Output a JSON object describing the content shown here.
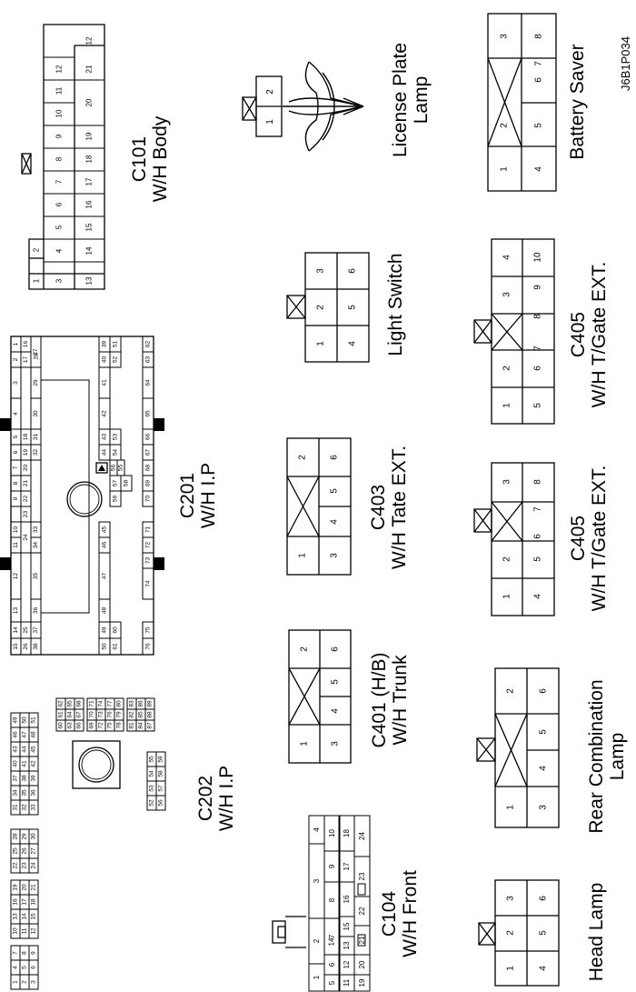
{
  "figure_code": "J6B1P034",
  "connectors": {
    "c101": {
      "labels": [
        "C101",
        "W/H Body"
      ],
      "top_row": [
        "1",
        "3",
        "4",
        "5",
        "6",
        "7",
        "8",
        "9",
        "10",
        "11",
        "12"
      ],
      "row2": [
        "13",
        "14",
        "15",
        "16",
        "17",
        "18",
        "19",
        "20",
        "21"
      ],
      "extra": [
        "2"
      ]
    },
    "license_plate_lamp": {
      "labels": [
        "License Plate",
        "Lamp"
      ],
      "pins": [
        "1",
        "2"
      ]
    },
    "battery_saver": {
      "labels": [
        "Battery Saver"
      ],
      "pins": [
        "1",
        "2",
        "3",
        "4",
        "5",
        "6",
        "7",
        "8"
      ]
    },
    "light_switch": {
      "labels": [
        "Light Switch"
      ],
      "pins": [
        "1",
        "2",
        "3",
        "4",
        "5",
        "6"
      ]
    },
    "c405_a": {
      "labels": [
        "C405",
        "W/H T/Gate EXT."
      ],
      "pins": [
        "1",
        "2",
        "3",
        "4",
        "5",
        "6",
        "7",
        "8",
        "9",
        "10"
      ]
    },
    "c405_b": {
      "labels": [
        "C405",
        "W/H T/Gate EXT."
      ],
      "pins": [
        "1",
        "2",
        "3",
        "4",
        "5",
        "6",
        "7",
        "8"
      ]
    },
    "c403": {
      "labels": [
        "C403",
        "W/H Tate EXT."
      ],
      "pins": [
        "1",
        "2",
        "3",
        "4",
        "5",
        "6"
      ]
    },
    "c201": {
      "labels": [
        "C201",
        "W/H I.P"
      ],
      "pins": [
        "1",
        "2",
        "3",
        "4",
        "5",
        "6",
        "7",
        "8",
        "9",
        "10",
        "11",
        "12",
        "13",
        "14",
        "15",
        "16",
        "17",
        "18",
        "19",
        "20",
        "21",
        "22",
        "23",
        "24",
        "25",
        "26",
        "27",
        "28",
        "29",
        "30",
        "31",
        "32",
        "33",
        "34",
        "35",
        "36",
        "37",
        "38",
        "39",
        "40",
        "41",
        "42",
        "43",
        "44",
        "45",
        "46",
        "47",
        "48",
        "49",
        "50",
        "51",
        "52",
        "53",
        "54",
        "55",
        "56",
        "57",
        "58",
        "59",
        "60",
        "61",
        "62",
        "63",
        "64",
        "65",
        "66",
        "67",
        "68",
        "69",
        "70",
        "71",
        "72",
        "73",
        "74",
        "75",
        "76"
      ]
    },
    "c401": {
      "labels": [
        "C401 (H/B)",
        "W/H Trunk"
      ],
      "pins": [
        "1",
        "2",
        "3",
        "4",
        "5",
        "6"
      ]
    },
    "rear_combination_lamp": {
      "labels": [
        "Rear Combination",
        "Lamp"
      ],
      "pins": [
        "1",
        "2",
        "3",
        "4",
        "5",
        "6"
      ]
    },
    "head_lamp": {
      "labels": [
        "Head Lamp"
      ],
      "pins": [
        "1",
        "2",
        "3",
        "4",
        "5",
        "6"
      ]
    },
    "c104": {
      "labels": [
        "C104",
        "W/H Front"
      ],
      "pins": [
        "1",
        "2",
        "3",
        "4",
        "5",
        "6",
        "7",
        "8",
        "9",
        "10",
        "11",
        "12",
        "13",
        "14",
        "15",
        "16",
        "17",
        "18",
        "19",
        "20",
        "21",
        "22",
        "23",
        "24"
      ]
    },
    "c202": {
      "labels": [
        "C202",
        "W/H I.P"
      ],
      "pins": [
        "1",
        "2",
        "3",
        "4",
        "5",
        "6",
        "7",
        "8",
        "9",
        "10",
        "11",
        "12",
        "13",
        "14",
        "15",
        "16",
        "17",
        "18",
        "19",
        "20",
        "21",
        "22",
        "23",
        "24",
        "25",
        "26",
        "27",
        "28",
        "29",
        "30",
        "31",
        "32",
        "33",
        "34",
        "35",
        "36",
        "37",
        "38",
        "39",
        "40",
        "41",
        "42",
        "43",
        "44",
        "45",
        "46",
        "47",
        "48",
        "49",
        "50",
        "51",
        "52",
        "53",
        "54",
        "55",
        "56",
        "57",
        "58",
        "59",
        "60",
        "61",
        "62",
        "63",
        "64",
        "65",
        "66",
        "67",
        "68",
        "69",
        "70",
        "71",
        "72",
        "73",
        "74",
        "75",
        "76",
        "77",
        "78",
        "79",
        "80",
        "81",
        "82",
        "83",
        "84",
        "85",
        "86",
        "87",
        "88",
        "89"
      ]
    }
  }
}
